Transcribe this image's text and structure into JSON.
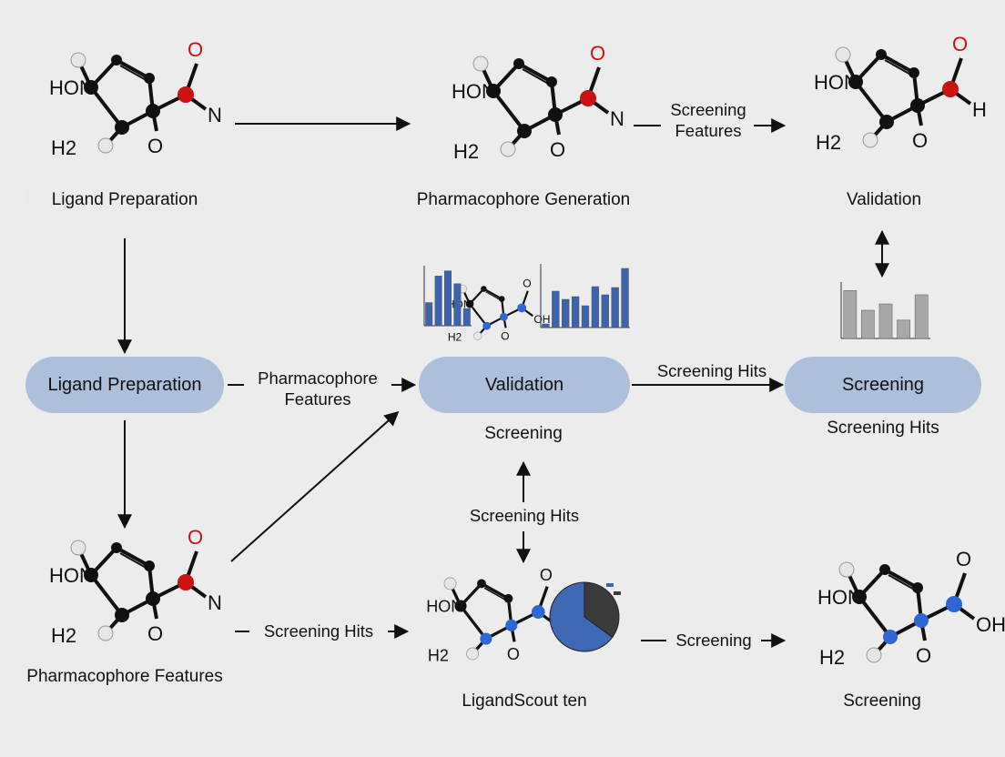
{
  "nodes": {
    "top_left_label": "Ligand Preparation",
    "top_mid_label": "Pharmacophore Generation",
    "top_right_label": "Validation",
    "mid_left_pill": "Ligand Preparation",
    "mid_center_pill": "Validation",
    "mid_right_pill": "Screening",
    "mid_center_sub": "Screening",
    "mid_right_sub": "Screening Hits",
    "bottom_left_label": "Pharmacophore Features",
    "bottom_center_label": "LigandScout ten",
    "bottom_right_label": "Screening"
  },
  "edges": {
    "top_right_arrow": "Screening Features",
    "mid_left_arrow": "Pharmacophore Features",
    "mid_right_arrow": "Screening Hits",
    "center_vertical": "Screening Hits",
    "bottom_left_arrow": "Screening Hits",
    "bottom_right_arrow": "Screening"
  },
  "molecules": {
    "atom_hon": "HON",
    "atom_h2": "H2",
    "atom_o": "O",
    "atom_n": "N",
    "atom_h": "H",
    "atom_oh": "OH"
  },
  "chart_data": [
    {
      "type": "bar",
      "values": [
        27,
        58,
        64,
        49,
        20
      ],
      "ylim": [
        0,
        70
      ]
    },
    {
      "type": "bar",
      "values": [
        4,
        40,
        31,
        34,
        24,
        45,
        36,
        44,
        65
      ],
      "ylim": [
        0,
        70
      ]
    },
    {
      "type": "bar",
      "values": [
        68,
        40,
        49,
        26,
        62
      ],
      "ylim": [
        0,
        80
      ]
    },
    {
      "type": "pie",
      "values": [
        65,
        35
      ]
    }
  ],
  "colors": {
    "pill_fill": "#aebfdc",
    "bar_blue": "#3d63ad",
    "bar_gray": "#a8a8a8",
    "oxygen_red": "#cc1111",
    "atom_blue": "#2e66d6",
    "pie_blue": "#3e67b4",
    "pie_dark": "#3b3b3b"
  }
}
